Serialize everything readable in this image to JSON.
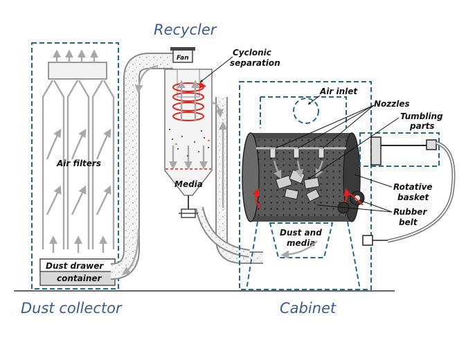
{
  "sections": {
    "recycler": "Recycler",
    "dust_collector": "Dust collector",
    "cabinet": "Cabinet"
  },
  "labels": {
    "fan": "Fan",
    "cyclonic_line1": "Cyclonic",
    "cyclonic_line2": "separation",
    "air_inlet": "Air inlet",
    "nozzles": "Nozzles",
    "tumbling_line1": "Tumbling",
    "tumbling_line2": "parts",
    "air_filters": "Air filters",
    "media": "Media",
    "rotative_line1": "Rotative",
    "rotative_line2": "basket",
    "rubber_line1": "Rubber",
    "rubber_line2": "belt",
    "dust_media_line1": "Dust and",
    "dust_media_line2": "media",
    "drawer_line1": "Dust drawer",
    "drawer_line2": "container"
  },
  "colors": {
    "dashed_outline": "#1f6a8a",
    "section_title": "#3b5b8c",
    "cyclone_swirl": "#e0241b",
    "flow_arrows": "#a8a8a8",
    "basket": "#4a4a4a"
  }
}
